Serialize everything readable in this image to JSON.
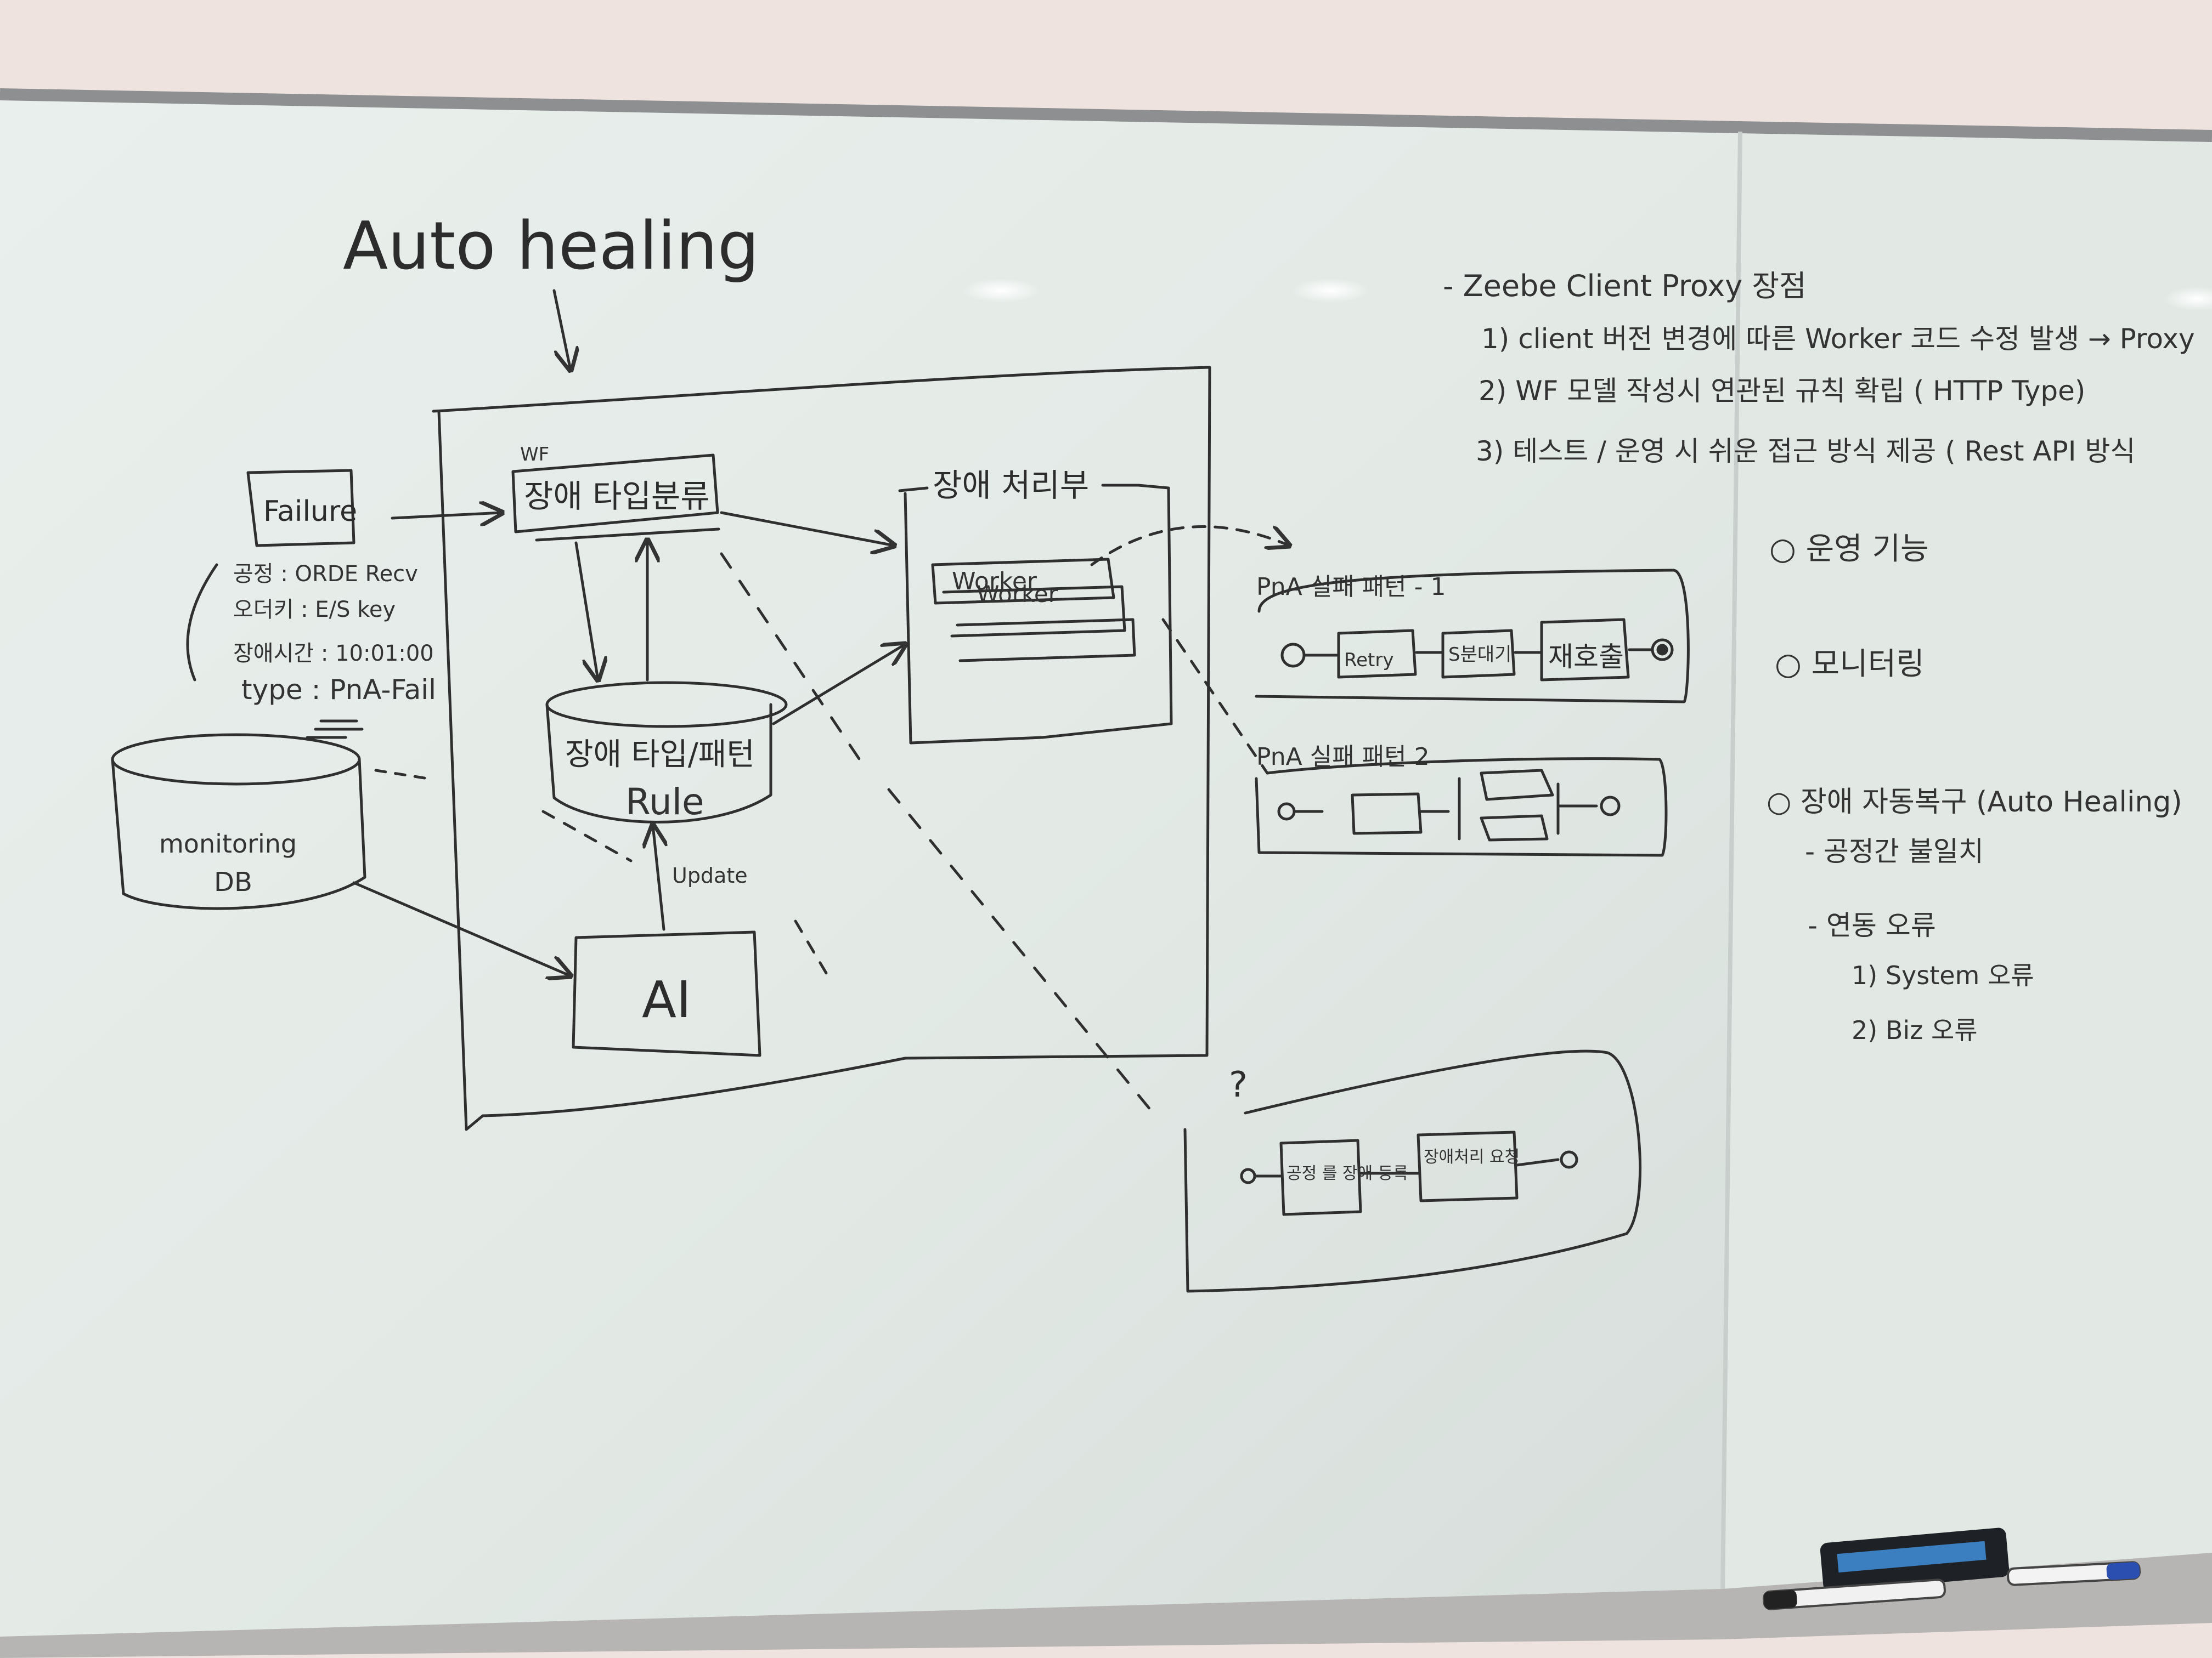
{
  "colors": {
    "wall": "#efe3e0",
    "board": "#e6ece8",
    "frame": "#8a8c8d",
    "ink": "#2c2c2c",
    "tray": "#b9b7b5"
  },
  "left_board": {
    "title": "Auto healing",
    "failure_box": "Failure",
    "failure_details": [
      "공정 : ORDE Recv",
      "오더키 : E/S key",
      "장애시간 : 10:01:00",
      "type : PnA-Fail"
    ],
    "monitoring_db": [
      "monitoring",
      "DB"
    ],
    "wf_label": "WF",
    "classify_box": "장애 타입분류",
    "rule_db": [
      "장애 타입/패턴",
      "Rule"
    ],
    "update_label": "Update",
    "ai_box": "AI",
    "handler_title": "장애 처리부",
    "worker_stack": [
      "Worker",
      "Worker"
    ],
    "pattern1": {
      "title": "PnA 실패 패턴 - 1",
      "steps": [
        "Retry",
        "S분대기",
        "재호출"
      ]
    },
    "pattern2": {
      "title": "PnA 실패 패턴 2"
    },
    "question_mark": "?",
    "pattern3": {
      "steps": [
        "공정 를 장애 등록",
        "장애처리 요청"
      ]
    }
  },
  "right_board": {
    "heading": "- Zeebe Client Proxy 장점",
    "points": [
      "1) client 버전 변경에 따른 Worker 코드 수정 발생 → Proxy",
      "2) WF 모델 작성시 연관된 규칙 확립 ( HTTP Type)",
      "3) 테스트 / 운영 시 쉬운 접근 방식 제공 ( Rest API 방식"
    ],
    "sections": [
      "○ 운영 기능",
      "○ 모니터링",
      "○ 장애 자동복구 (Auto Healing)"
    ],
    "subitems": [
      "- 공정간 불일치",
      "- 연동 오류",
      "1) System 오류",
      "2) Biz 오류"
    ]
  }
}
